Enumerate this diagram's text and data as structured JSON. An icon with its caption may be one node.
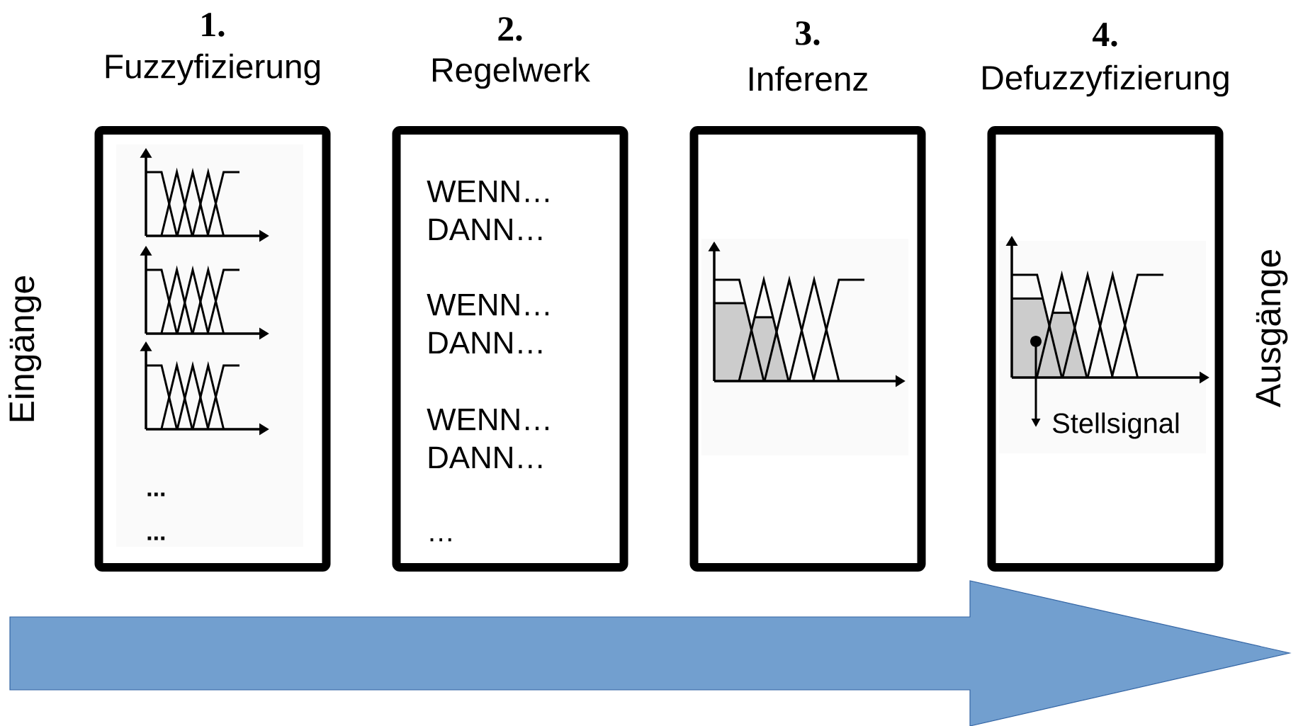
{
  "diagram": {
    "nodes": [
      {
        "text": [
          "1.",
          "Fuzzyfizierung",
          "...",
          "..."
        ]
      },
      {
        "text": [
          "2.",
          "Regelwerk",
          "WENN… DANN…",
          "WENN… DANN…",
          "WENN… DANN…",
          "…"
        ]
      },
      {
        "text": [
          "3.",
          "Inferenz"
        ]
      },
      {
        "text": [
          "4.",
          "Defuzzyfizierung",
          "Stellsignal"
        ]
      }
    ],
    "labels": [
      "Eingänge",
      "Ausgänge"
    ]
  }
}
